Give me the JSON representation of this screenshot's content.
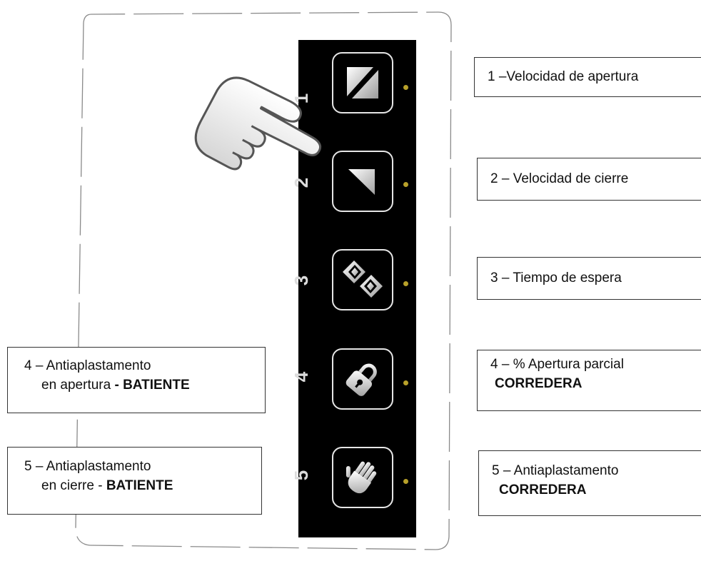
{
  "buttons": [
    {
      "number": "1",
      "icon": "split-square-icon"
    },
    {
      "number": "2",
      "icon": "corner-triangle-icon"
    },
    {
      "number": "3",
      "icon": "hourglass-diamond-icon"
    },
    {
      "number": "4",
      "icon": "padlock-icon"
    },
    {
      "number": "5",
      "icon": "hand-icon"
    }
  ],
  "labels_right": [
    {
      "line1": "1 –Velocidad de apertura",
      "line2": ""
    },
    {
      "line1": "2 – Velocidad de cierre",
      "line2": ""
    },
    {
      "line1": "3 – Tiempo de espera",
      "line2": ""
    },
    {
      "line1": "4 – % Apertura parcial",
      "line2": "CORREDERA"
    },
    {
      "line1": "5 – Antiaplastamento",
      "line2": "CORREDERA"
    }
  ],
  "labels_left": [
    {
      "line1": "4 – Antiaplastamento",
      "line2_prefix": "en apertura ",
      "line2_bold": "- BATIENTE"
    },
    {
      "line1": "5 – Antiaplastamento",
      "line2_prefix": "en cierre - ",
      "line2_bold": "BATIENTE"
    }
  ],
  "colors": {
    "panel": "#000000",
    "button_border": "#e6e6e6",
    "led": "#b8a12a"
  }
}
